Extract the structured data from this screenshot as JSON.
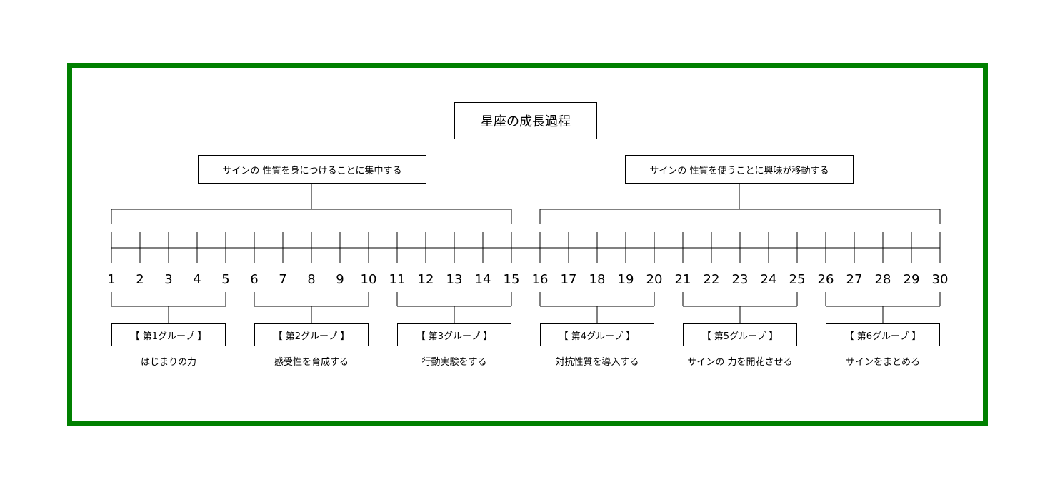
{
  "frame_color": "#008000",
  "title": "星座の成長過程",
  "phases": [
    {
      "label": "サインの 性質を身につけることに集中する"
    },
    {
      "label": "サインの 性質を使うことに興味が移動する"
    }
  ],
  "numbers": [
    "1",
    "2",
    "3",
    "4",
    "5",
    "6",
    "7",
    "8",
    "9",
    "10",
    "11",
    "12",
    "13",
    "14",
    "15",
    "16",
    "17",
    "18",
    "19",
    "20",
    "21",
    "22",
    "23",
    "24",
    "25",
    "26",
    "27",
    "28",
    "29",
    "30"
  ],
  "groups": [
    {
      "label": "【 第1グループ 】",
      "caption": "はじまりの力"
    },
    {
      "label": "【 第2グループ 】",
      "caption": "感受性を育成する"
    },
    {
      "label": "【 第3グループ 】",
      "caption": "行動実験をする"
    },
    {
      "label": "【 第4グループ 】",
      "caption": "対抗性質を導入する"
    },
    {
      "label": "【 第5グループ 】",
      "caption": "サインの 力を開花させる"
    },
    {
      "label": "【 第6グループ 】",
      "caption": "サインをまとめる"
    }
  ]
}
